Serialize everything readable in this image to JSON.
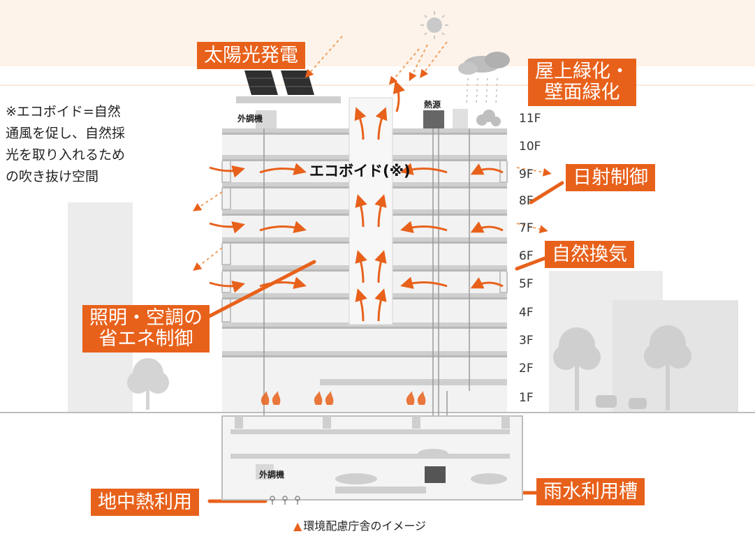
{
  "note": {
    "lines": [
      "※エコボイド=自然",
      "通風を促し、自然採",
      "光を取り入れるため",
      "の吹き抜け空間"
    ]
  },
  "callouts": {
    "solar": "太陽光発電",
    "rooftop_green": [
      "屋上緑化・",
      "壁面緑化"
    ],
    "sunlight_control": "日射制御",
    "natural_ventilation": "自然換気",
    "lighting_hvac": [
      "照明・空調の",
      "省エネ制御"
    ],
    "geothermal": "地中熱利用",
    "rainwater_tank": "雨水利用槽"
  },
  "labels": {
    "eco_void": "エコボイド(※)",
    "outdoor_unit_top": "外調機",
    "outdoor_unit_bottom": "外調機",
    "heat_source": "熱源"
  },
  "floors": [
    "11F",
    "10F",
    "9F",
    "8F",
    "7F",
    "6F",
    "5F",
    "4F",
    "3F",
    "2F",
    "1F"
  ],
  "caption": {
    "marker": "▲",
    "text": "環境配慮庁舎のイメージ"
  },
  "colors": {
    "accent": "#e8611b",
    "building_gray": "#c9c9c9",
    "background_building": "#ececec",
    "sun": "#cccccc"
  }
}
